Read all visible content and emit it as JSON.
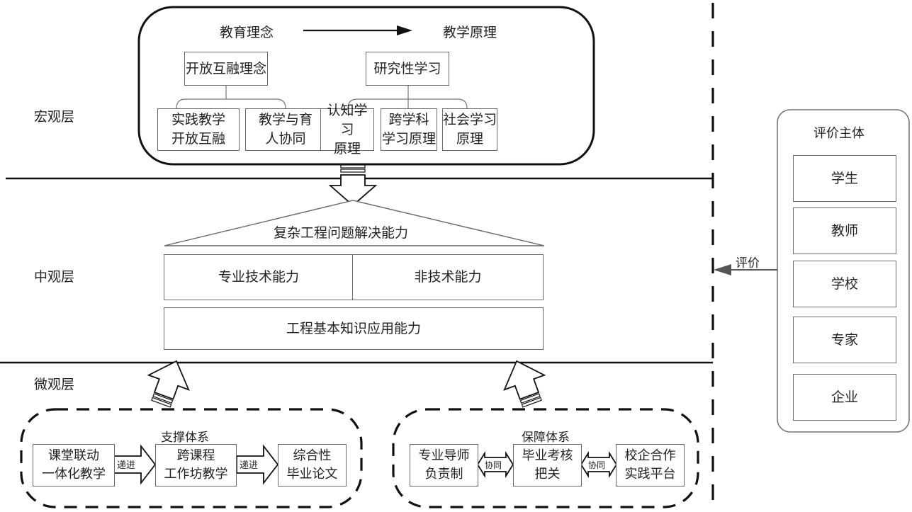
{
  "layers": {
    "macro": "宏观层",
    "meso": "中观层",
    "micro": "微观层"
  },
  "macro": {
    "left_heading": "教育理念",
    "right_heading": "教学原理",
    "left_root": "开放互融理念",
    "left_children": [
      "实践教学\n开放互融",
      "教学与育\n人协同"
    ],
    "right_root": "研究性学习",
    "right_children": [
      "认知学习\n原理",
      "跨学科\n学习原理",
      "社会学习\n原理"
    ]
  },
  "meso": {
    "roof": "复杂工程问题解决能力",
    "pillars": [
      "专业技术能力",
      "非技术能力"
    ],
    "foundation": "工程基本知识应用能力"
  },
  "support": {
    "title": "支撑体系",
    "items": [
      "课堂联动\n一体化教学",
      "跨课程\n工作坊教学",
      "综合性\n毕业论文"
    ],
    "connectors": [
      "递进",
      "递进"
    ]
  },
  "guarantee": {
    "title": "保障体系",
    "items": [
      "专业导师\n负责制",
      "毕业考核\n把关",
      "校企合作\n实践平台"
    ],
    "connectors": [
      "协同",
      "协同"
    ]
  },
  "evaluation": {
    "title": "评价主体",
    "arrow_label": "评价",
    "subjects": [
      "学生",
      "教师",
      "学校",
      "专家",
      "企业"
    ]
  }
}
